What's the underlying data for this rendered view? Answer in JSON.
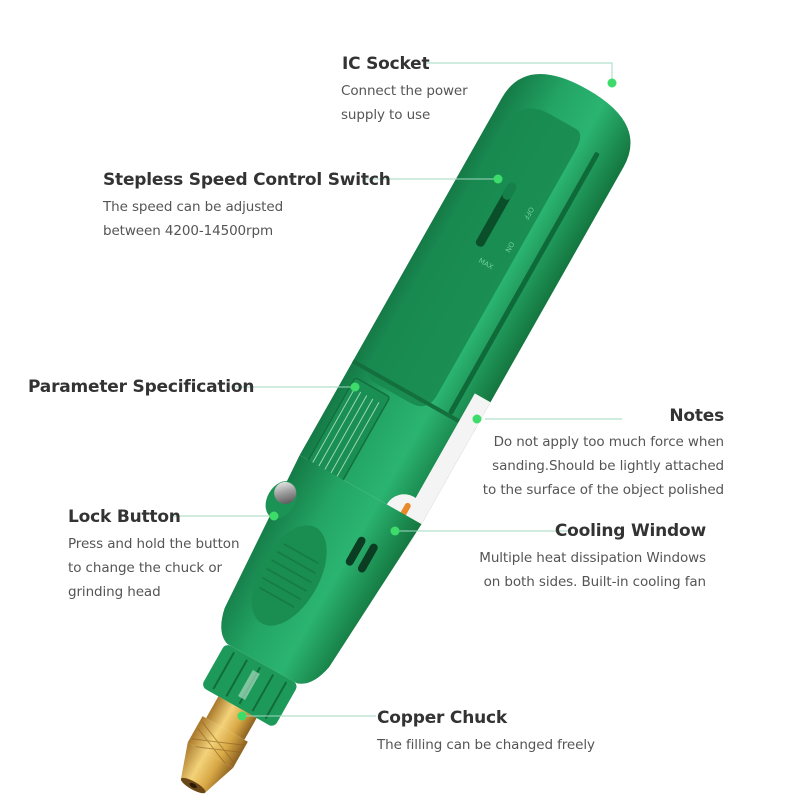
{
  "accent_color": "#3ddc6a",
  "leader_color": "#9fd8bf",
  "body_color": "#1f9a5c",
  "callouts": {
    "ic_socket": {
      "title": "IC Socket",
      "desc": [
        "Connect the power",
        "supply to use"
      ]
    },
    "speed_switch": {
      "title": "Stepless Speed Control Switch",
      "desc": [
        "The speed can be adjusted",
        "between 4200-14500rpm"
      ]
    },
    "parameter": {
      "title": "Parameter Specification",
      "desc": []
    },
    "notes": {
      "title": "Notes",
      "desc": [
        "Do not apply too much force when",
        "sanding.Should be lightly attached",
        "to the surface of the object polished"
      ]
    },
    "lock_button": {
      "title": "Lock Button",
      "desc": [
        "Press and hold the button",
        "to change the chuck or",
        "grinding head"
      ]
    },
    "cooling_window": {
      "title": "Cooling Window",
      "desc": [
        "Multiple heat dissipation Windows",
        "on both sides. Built-in cooling fan"
      ]
    },
    "copper_chuck": {
      "title": "Copper Chuck",
      "desc": [
        "The filling can be changed freely"
      ]
    }
  },
  "switch_labels": {
    "off": "OFF",
    "on": "ON",
    "max": "MAX"
  }
}
